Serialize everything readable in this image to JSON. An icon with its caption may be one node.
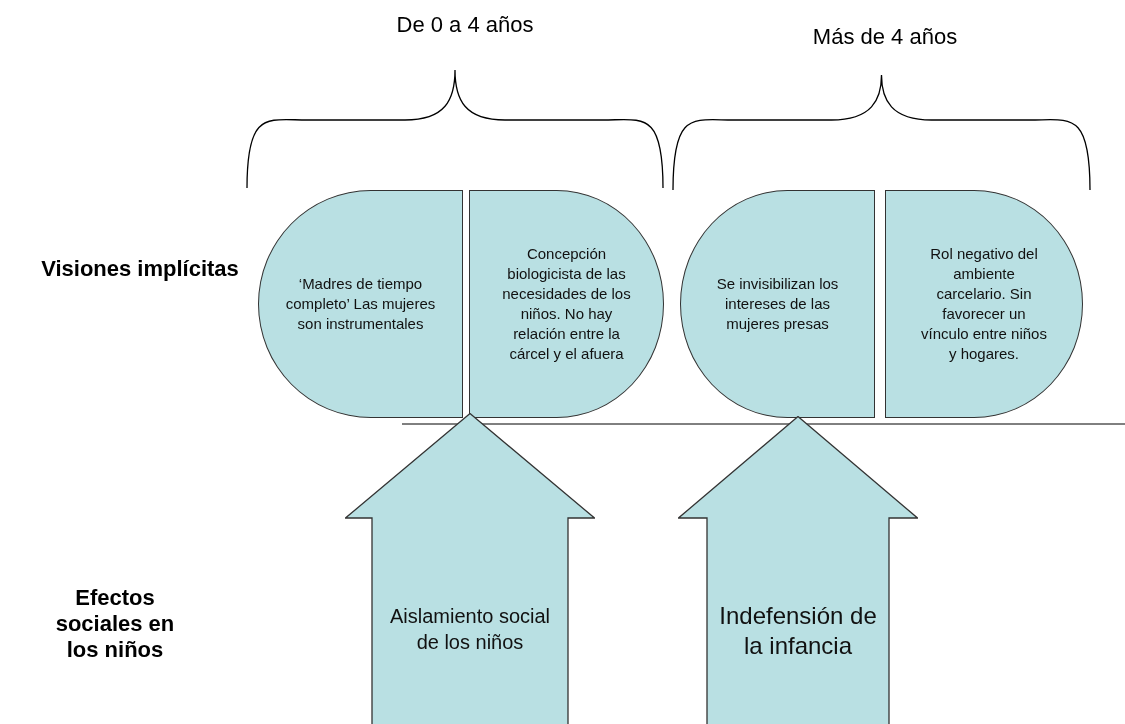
{
  "diagram": {
    "nodes": [
      {
        "text": [
          "‘Madres de tiempo completo’ Las mujeres son instrumentales"
        ]
      },
      {
        "text": [
          "Concepción biologicista de las necesidades de los niños. No hay relación entre la cárcel y el afuera"
        ]
      },
      {
        "text": [
          "Se invisibilizan los intereses de las mujeres presas"
        ]
      },
      {
        "text": [
          "Rol negativo del ambiente carcelario. Sin favorecer un vínculo entre niños y hogares."
        ]
      },
      {
        "text": [
          "Aislamiento social de los niños"
        ]
      },
      {
        "text": [
          "Indefensión de la infancia"
        ]
      }
    ],
    "edges": [],
    "labels": [
      "De 0 a 4 años",
      "Más de 4 años",
      "Visiones implícitas",
      "Efectos sociales en los niños"
    ]
  }
}
